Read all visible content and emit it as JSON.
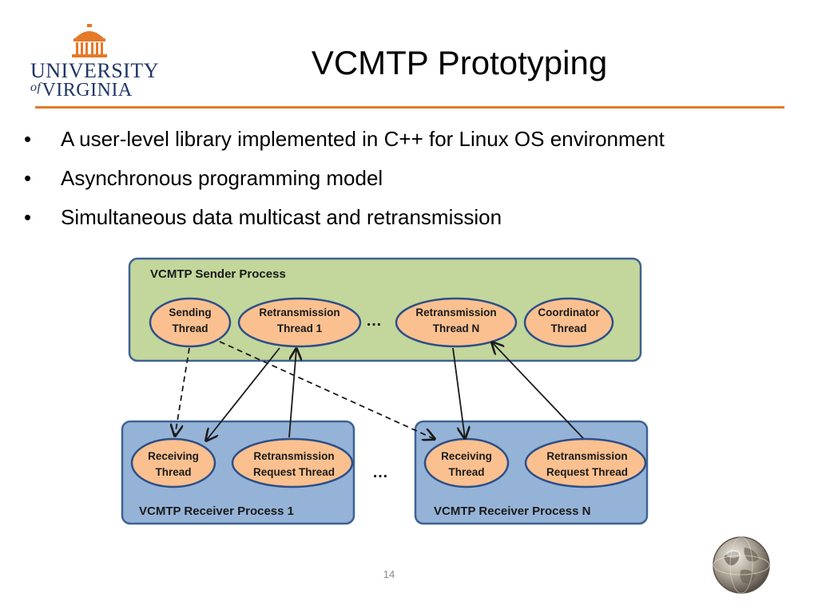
{
  "title": "VCMTP Prototyping",
  "logo": {
    "university": "UNIVERSITY",
    "of": "of",
    "virginia": "VIRGINIA"
  },
  "bullets": [
    "A user-level library implemented in C++ for Linux OS environment",
    "Asynchronous programming model",
    "Simultaneous data multicast and retransmission"
  ],
  "bullet_symbol": "•",
  "diagram": {
    "sender": {
      "title": "VCMTP Sender Process",
      "threads": [
        [
          "Sending",
          "Thread"
        ],
        [
          "Retransmission",
          "Thread 1"
        ],
        [
          "Retransmission",
          "Thread N"
        ],
        [
          "Coordinator",
          "Thread"
        ]
      ],
      "ellipsis": "…"
    },
    "receiver1": {
      "title": "VCMTP Receiver Process 1",
      "threads": [
        [
          "Receiving",
          "Thread"
        ],
        [
          "Retransmission",
          "Request Thread"
        ]
      ]
    },
    "receiverN": {
      "title": "VCMTP Receiver Process N",
      "threads": [
        [
          "Receiving",
          "Thread"
        ],
        [
          "Retransmission",
          "Request Thread"
        ]
      ]
    },
    "between_receivers_ellipsis": "…",
    "colors": {
      "sender_fill": "#c3d69b",
      "receiver_fill": "#95b3d7",
      "box_border": "#3e6394",
      "oval_fill": "#fac090",
      "oval_border": "#2c4f88",
      "arrow": "#1a1a1a"
    }
  },
  "page_number": "14",
  "icons": {
    "logo": "rotunda-icon",
    "globe": "globe-icon"
  }
}
